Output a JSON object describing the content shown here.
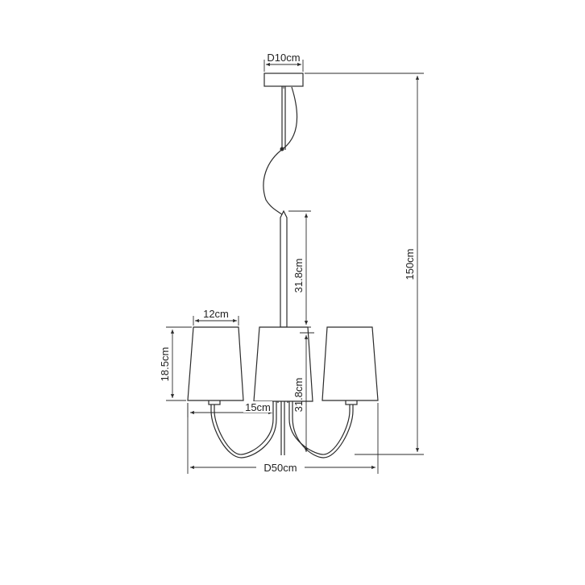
{
  "dimensions": {
    "canopy_diameter": "D10cm",
    "overall_height": "150cm",
    "upper_rod_length": "31.8cm",
    "lower_section_length": "31.8cm",
    "shade_width": "12cm",
    "shade_height": "18.5cm",
    "arm_offset": "15cm",
    "overall_diameter": "D50cm"
  }
}
